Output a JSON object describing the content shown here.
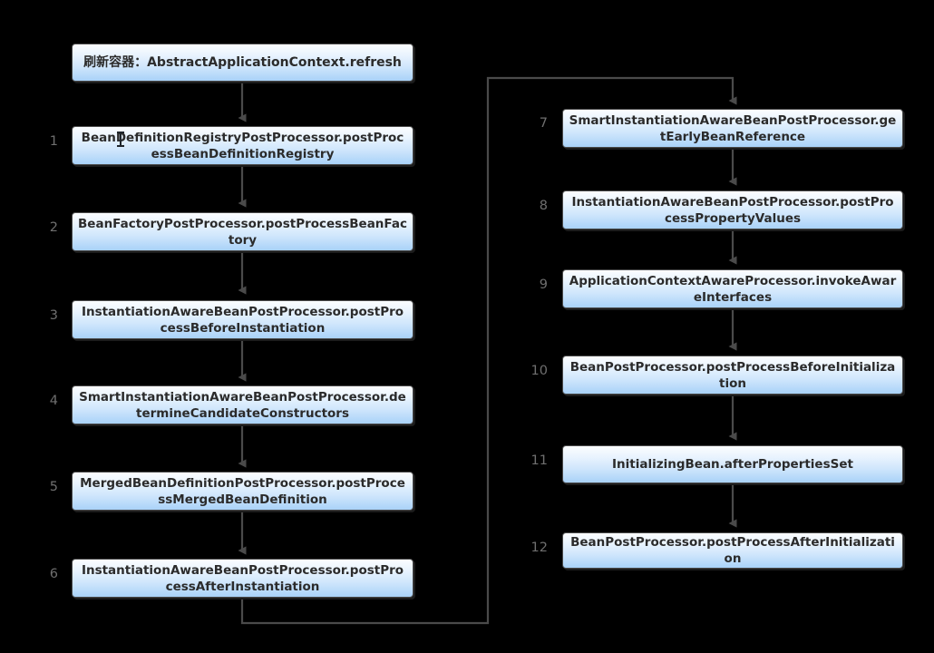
{
  "diagram": {
    "title_node": {
      "label": "刷新容器：AbstractApplicationContext.refresh"
    },
    "colors": {
      "background": "#000000",
      "node_fill_top": "#fbfdff",
      "node_fill_bottom": "#a9d2f8",
      "node_border": "#4a4a4a",
      "text": "#2b2b2b",
      "index_text": "#6f6f6f",
      "connector": "#4a4a4a"
    },
    "left_column": [
      {
        "index": "1",
        "label": "BeanDefinitionRegistryPostProcessor.postProcessBeanDefinitionRegistry"
      },
      {
        "index": "2",
        "label": "BeanFactoryPostProcessor.postProcessBeanFactory"
      },
      {
        "index": "3",
        "label": "InstantiationAwareBeanPostProcessor.postProcessBeforeInstantiation"
      },
      {
        "index": "4",
        "label": "SmartInstantiationAwareBeanPostProcessor.determineCandidateConstructors"
      },
      {
        "index": "5",
        "label": "MergedBeanDefinitionPostProcessor.postProcessMergedBeanDefinition"
      },
      {
        "index": "6",
        "label": "InstantiationAwareBeanPostProcessor.postProcessAfterInstantiation"
      }
    ],
    "right_column": [
      {
        "index": "7",
        "label": "SmartInstantiationAwareBeanPostProcessor.getEarlyBeanReference"
      },
      {
        "index": "8",
        "label": "InstantiationAwareBeanPostProcessor.postProcessPropertyValues"
      },
      {
        "index": "9",
        "label": "ApplicationContextAwareProcessor.invokeAwareInterfaces"
      },
      {
        "index": "10",
        "label": "BeanPostProcessor.postProcessBeforeInitialization"
      },
      {
        "index": "11",
        "label": "InitializingBean.afterPropertiesSet"
      },
      {
        "index": "12",
        "label": "BeanPostProcessor.postProcessAfterInitialization"
      }
    ]
  }
}
